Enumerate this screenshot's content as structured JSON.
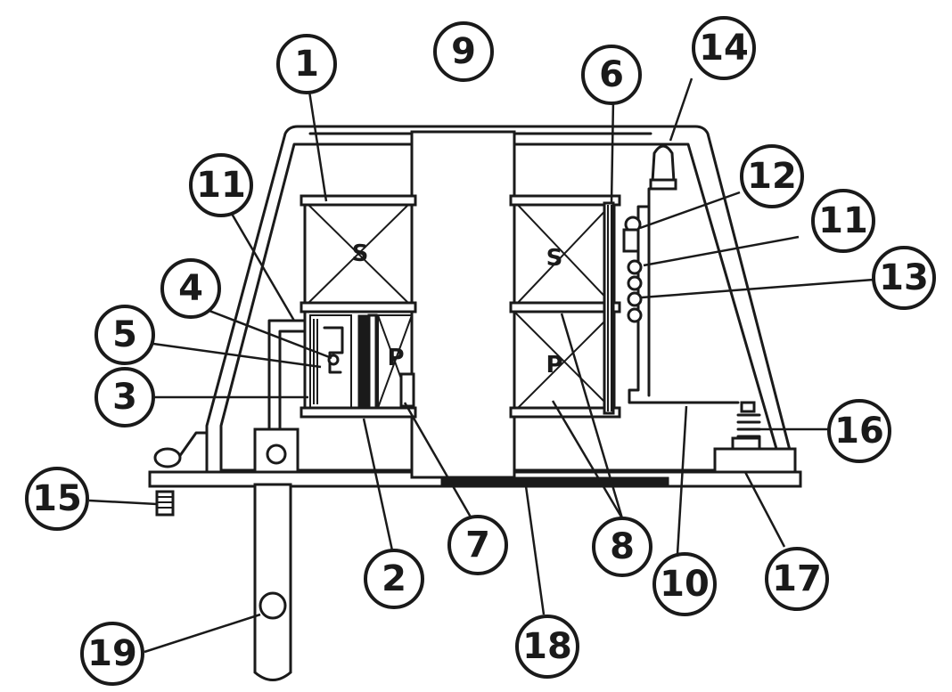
{
  "windings": {
    "secondary_left": "S",
    "secondary_right": "S",
    "primary_left": "P",
    "primary_right": "P"
  },
  "callouts": [
    "1",
    "2",
    "3",
    "4",
    "5",
    "6",
    "7",
    "8",
    "9",
    "10",
    "11",
    "11",
    "12",
    "13",
    "14",
    "15",
    "16",
    "17",
    "18",
    "19"
  ]
}
